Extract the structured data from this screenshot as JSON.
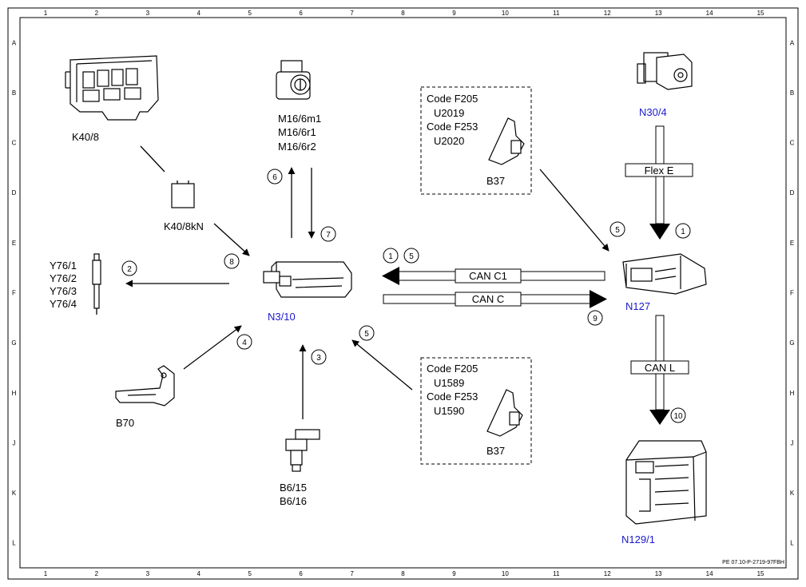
{
  "grid": {
    "columns": [
      "1",
      "2",
      "3",
      "4",
      "5",
      "6",
      "7",
      "8",
      "9",
      "10",
      "11",
      "12",
      "13",
      "14",
      "15"
    ],
    "rows": [
      "A",
      "B",
      "C",
      "D",
      "E",
      "F",
      "G",
      "H",
      "J",
      "K",
      "L"
    ]
  },
  "components": {
    "k40_8": "K40/8",
    "k40_8kn": "K40/8kN",
    "y76": [
      "Y76/1",
      "Y76/2",
      "Y76/3",
      "Y76/4"
    ],
    "b70": "B70",
    "m16": [
      "M16/6m1",
      "M16/6r1",
      "M16/6r2"
    ],
    "n3_10": "N3/10",
    "b6": [
      "B6/15",
      "B6/16"
    ],
    "n30_4": "N30/4",
    "n127": "N127",
    "n129_1": "N129/1",
    "b37_top": {
      "lines": [
        "Code F205",
        "U2019",
        "Code F253",
        "U2020"
      ],
      "label": "B37"
    },
    "b37_bottom": {
      "lines": [
        "Code F205",
        "U1589",
        "Code F253",
        "U1590"
      ],
      "label": "B37"
    }
  },
  "buses": {
    "flex_e": "Flex E",
    "can_c1": "CAN C1",
    "can_c": "CAN C",
    "can_l": "CAN L"
  },
  "callouts": {
    "c6": "6",
    "c7": "7",
    "c8": "8",
    "c2": "2",
    "c4": "4",
    "c3": "3",
    "c5_top": "5",
    "c1_right": "1",
    "c1_mid": "1",
    "c5_mid": "5",
    "c9": "9",
    "c5_low": "5",
    "c10": "10"
  },
  "footer_code": "PE 07.10-P-2719-97FBH"
}
